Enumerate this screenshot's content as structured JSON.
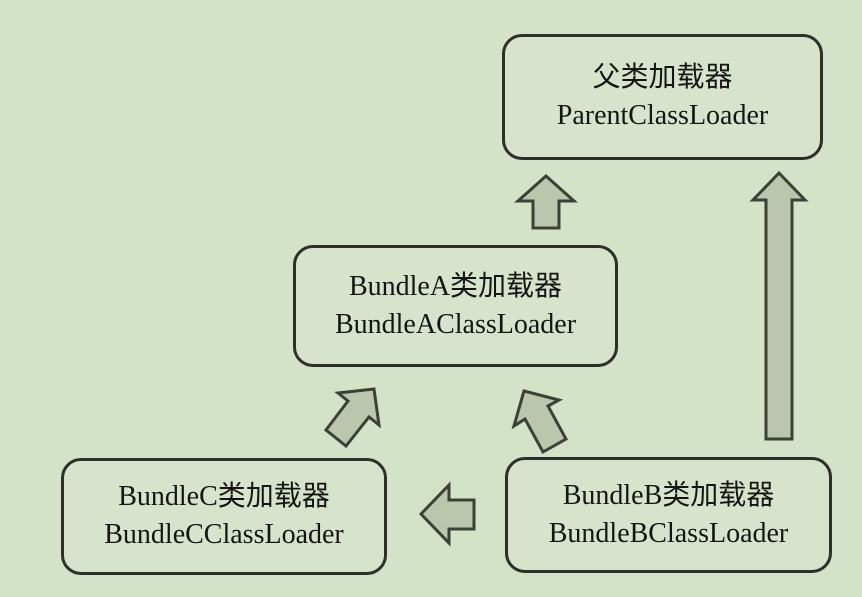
{
  "diagram": {
    "type": "class-loader-hierarchy",
    "background_color": "#d4e2c7",
    "box_fill": "#d7e4cb",
    "box_border_color": "#2d2f2b",
    "arrow_fill": "#bac7ac",
    "arrow_border_color": "#3c4137",
    "nodes": {
      "parent": {
        "label_zh": "父类加载器",
        "label_en": "ParentClassLoader"
      },
      "bundleA": {
        "label_zh": "BundleA类加载器",
        "label_en": "BundleAClassLoader"
      },
      "bundleC": {
        "label_zh": "BundleC类加载器",
        "label_en": "BundleCClassLoader"
      },
      "bundleB": {
        "label_zh": "BundleB类加载器",
        "label_en": "BundleBClassLoader"
      }
    },
    "edges": [
      {
        "from": "BundleAClassLoader",
        "to": "ParentClassLoader",
        "direction": "up"
      },
      {
        "from": "BundleBClassLoader",
        "to": "ParentClassLoader",
        "direction": "up"
      },
      {
        "from": "BundleCClassLoader",
        "to": "BundleAClassLoader",
        "direction": "up-right"
      },
      {
        "from": "BundleBClassLoader",
        "to": "BundleAClassLoader",
        "direction": "up-left"
      },
      {
        "from": "BundleBClassLoader",
        "to": "BundleCClassLoader",
        "direction": "left"
      }
    ]
  }
}
